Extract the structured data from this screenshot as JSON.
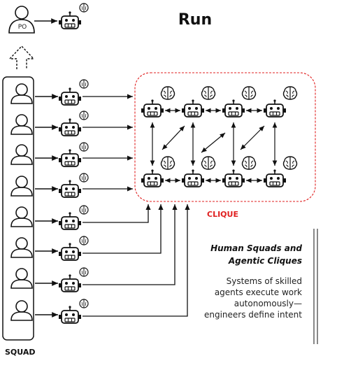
{
  "title": "Run",
  "product_owner": {
    "label": "PO"
  },
  "clique": {
    "label": "CLIQUE"
  },
  "squad": {
    "label": "SQUAD"
  },
  "info": {
    "heading": "Human Squads and Agentic Cliques",
    "body": "Systems of skilled agents execute work autonomously—engineers define intent"
  },
  "colors": {
    "line": "#111111",
    "clique_border": "#e02020",
    "squad_border": "#111111"
  }
}
